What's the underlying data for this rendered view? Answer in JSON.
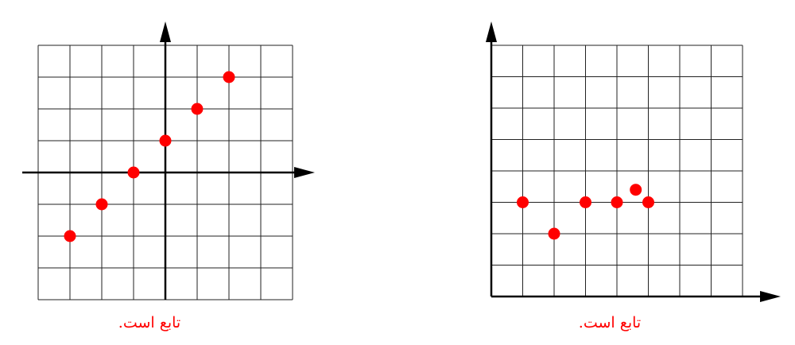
{
  "colors": {
    "grid": "#222222",
    "axis": "#000000",
    "point": "#ff0000",
    "caption": "#ff0000"
  },
  "graphs": [
    {
      "caption": "تابع است.",
      "axes": "centered",
      "x_range": [
        -4,
        4
      ],
      "y_range": [
        -4,
        4
      ],
      "points": [
        {
          "x": -3,
          "y": -2
        },
        {
          "x": -2,
          "y": -1
        },
        {
          "x": -1,
          "y": 0
        },
        {
          "x": 0,
          "y": 1
        },
        {
          "x": 1,
          "y": 2
        },
        {
          "x": 2,
          "y": 3
        }
      ]
    },
    {
      "caption": "تابع است.",
      "axes": "first-quadrant",
      "x_range": [
        0,
        8
      ],
      "y_range": [
        0,
        8
      ],
      "points": [
        {
          "x": 1,
          "y": 3
        },
        {
          "x": 2,
          "y": 2
        },
        {
          "x": 3,
          "y": 3
        },
        {
          "x": 4,
          "y": 3
        },
        {
          "x": 4.6,
          "y": 3.4
        },
        {
          "x": 5,
          "y": 3
        }
      ]
    }
  ]
}
